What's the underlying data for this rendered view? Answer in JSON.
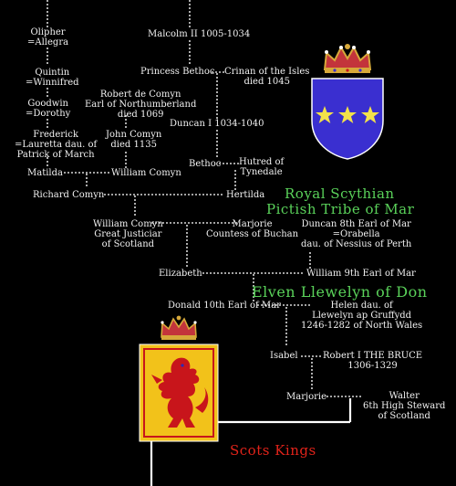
{
  "people": {
    "olipher": "Olipher\n=Allegra",
    "malcolm": "Malcolm II 1005-1034",
    "quintin": "Quintin\n=Winnifred",
    "bethoc1": "Princess Bethoc",
    "crinan": "Crinan of the Isles\ndied 1045",
    "goodwin": "Goodwin\n=Dorothy",
    "robert_comyn": "Robert de Comyn\nEarl of Northumberland\ndied 1069",
    "duncan1": "Duncan I  1034-1040",
    "frederick": "Frederick\n=Lauretta dau. of\nPatrick of March",
    "john_comyn": "John Comyn\ndied 1135",
    "bethoc2": "Bethoc",
    "hutred": "Hutred of\nTynedale",
    "matilda": "Matilda",
    "william_comyn1": "William Comyn",
    "richard_comyn": "Richard Comyn",
    "hertilda": "Hertilda",
    "william_comyn2": "William Comyn\nGreat Justiciar\nof Scotland",
    "marjorie1": "Marjorie\nCountess of Buchan",
    "duncan8": "Duncan 8th Earl of Mar\n=Orabella\ndau. of Nessius of Perth",
    "elizabeth": "Elizabeth",
    "william9": "William 9th Earl of Mar",
    "donald": "Donald  10th Earl of Mar",
    "helen": "Helen dau. of\nLlewelyn ap Gruffydd\n1246-1282 of North Wales",
    "isabel": "Isabel",
    "robert_bruce": "Robert I THE BRUCE\n1306-1329",
    "marjorie2": "Marjorie",
    "walter": "Walter\n6th High Steward\nof Scotland"
  },
  "labels": {
    "royal_line1": "Royal Scythian",
    "royal_line2": "Pictish Tribe of Mar",
    "elven": "Elven Llewelyn of Don",
    "scots_kings": "Scots Kings"
  },
  "colors": {
    "background": "#000000",
    "text": "#f2f2f2",
    "green_label": "#5ad25a",
    "red_label": "#e2231a",
    "shield_blue": "#3a2fd0",
    "shield_stars": "#f3e24a",
    "banner_yellow": "#f2c21a",
    "lion_red": "#c8151b"
  },
  "icons": {
    "mar_shield": "blue-shield-three-stars-icon",
    "mar_crown": "crown-icon",
    "scots_banner": "lion-rampant-banner-icon",
    "scots_crown": "crown-icon"
  }
}
